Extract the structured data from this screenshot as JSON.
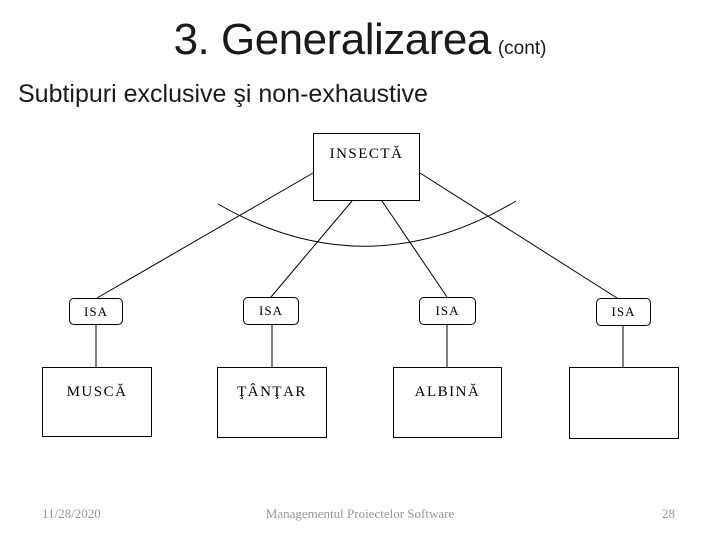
{
  "slide": {
    "title": "3. Generalizarea",
    "title_suffix": "(cont)",
    "subtitle": "Subtipuri exclusive şi non-exhaustive"
  },
  "diagram": {
    "type": "generalization-hierarchy",
    "supertype_label": "INSECTĂ",
    "isa_label": "ISA",
    "subtypes": [
      {
        "label": "MUSCĂ"
      },
      {
        "label": "ŢÂNŢAR"
      },
      {
        "label": "ALBINĂ"
      },
      {
        "label": ""
      }
    ],
    "constraint_note": "exclusivity arc across ISA links"
  },
  "footer": {
    "date": "11/28/2020",
    "center": "Managementul Proiectelor Software",
    "page": "28"
  },
  "colors": {
    "background": "#ffffff",
    "text": "#1a1a1a",
    "line": "#000000",
    "footer_text": "#969696"
  }
}
